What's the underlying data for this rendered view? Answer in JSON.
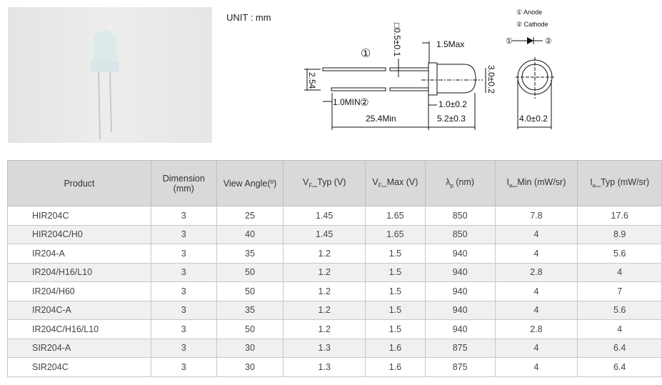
{
  "unit_label": "UNIT : mm",
  "diagram": {
    "anode": "① Anode",
    "cathode": "② Cathode",
    "pin1": "①",
    "pin2": "②",
    "d_lead": "□0.5±0.1",
    "d_flange": "1.5Max",
    "d_pitch": "2.54",
    "d_dia": "3.0±0.2",
    "d_min": "1.0MIN",
    "d_len": "25.4Min",
    "d_stand": "1.0±0.2",
    "d_body": "5.2±0.3",
    "d_outer": "4.0±0.2"
  },
  "table": {
    "headers": [
      {
        "main": "Product"
      },
      {
        "main": "Dimension (mm)"
      },
      {
        "main": "View Angle(º)"
      },
      {
        "pre": "V",
        "sub": "F",
        "post": "_Typ (V)"
      },
      {
        "pre": "V",
        "sub": "F",
        "post": "_Max (V)"
      },
      {
        "pre": "λ",
        "sub": "p",
        "post": " (nm)"
      },
      {
        "pre": "I",
        "sub": "e",
        "post": "_Min (mW/sr)"
      },
      {
        "pre": "I",
        "sub": "e",
        "post": "_Typ (mW/sr)"
      }
    ],
    "rows": [
      [
        "HIR204C",
        "3",
        "25",
        "1.45",
        "1.65",
        "850",
        "7.8",
        "17.6"
      ],
      [
        "HIR204C/H0",
        "3",
        "40",
        "1.45",
        "1.65",
        "850",
        "4",
        "8.9"
      ],
      [
        "IR204-A",
        "3",
        "35",
        "1.2",
        "1.5",
        "940",
        "4",
        "5.6"
      ],
      [
        "IR204/H16/L10",
        "3",
        "50",
        "1.2",
        "1.5",
        "940",
        "2.8",
        "4"
      ],
      [
        "IR204/H60",
        "3",
        "50",
        "1.2",
        "1.5",
        "940",
        "4",
        "7"
      ],
      [
        "IR204C-A",
        "3",
        "35",
        "1.2",
        "1.5",
        "940",
        "4",
        "5.6"
      ],
      [
        "IR204C/H16/L10",
        "3",
        "50",
        "1.2",
        "1.5",
        "940",
        "2.8",
        "4"
      ],
      [
        "SIR204-A",
        "3",
        "30",
        "1.3",
        "1.6",
        "875",
        "4",
        "6.4"
      ],
      [
        "SIR204C",
        "3",
        "30",
        "1.3",
        "1.6",
        "875",
        "4",
        "6.4"
      ]
    ]
  }
}
